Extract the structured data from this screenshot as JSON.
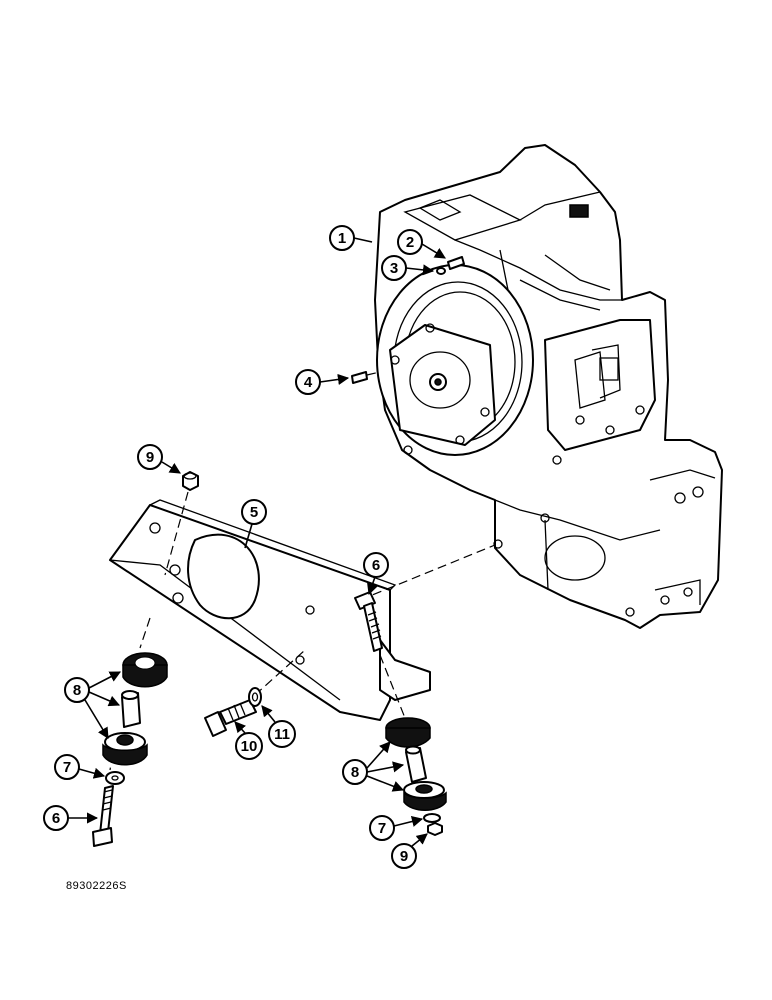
{
  "figure_code": "89302226S",
  "callouts": {
    "c1": "1",
    "c2": "2",
    "c3": "3",
    "c4": "4",
    "c5": "5",
    "c6a": "6",
    "c6b": "6",
    "c7a": "7",
    "c7b": "7",
    "c8a": "8",
    "c8b": "8",
    "c9a": "9",
    "c9b": "9",
    "c10": "10",
    "c11": "11"
  }
}
